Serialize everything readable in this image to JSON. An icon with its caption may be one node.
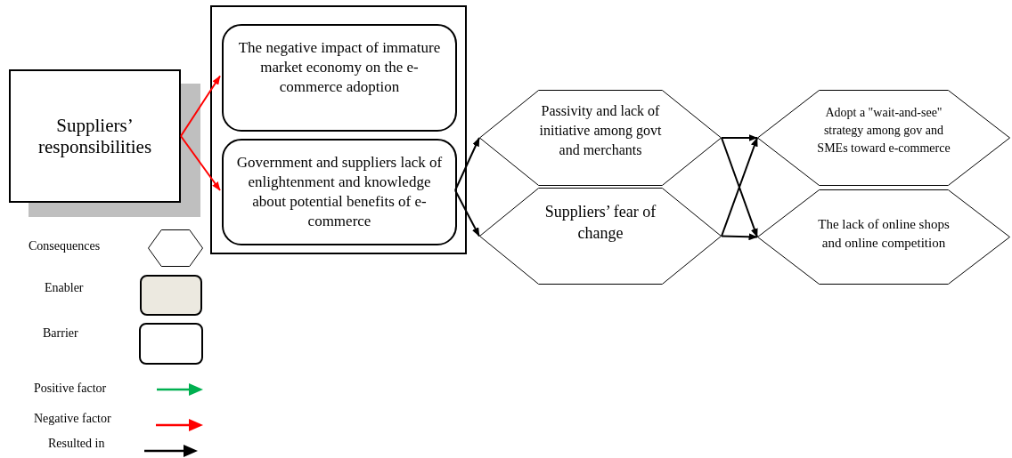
{
  "diagram": {
    "nodes": [
      {
        "text": [
          "Suppliers’ responsibilities"
        ]
      },
      {
        "text": [],
        "shape": "box"
      },
      {
        "text": [
          "The negative impact of immature market economy on the e-commerce adoption"
        ],
        "in": 1
      },
      {
        "text": [
          "Government and suppliers lack of enlightenment and knowledge about potential benefits of e-commerce"
        ],
        "in": 1
      },
      {
        "text": [
          "Passivity and lack of initiative among govt and merchants"
        ]
      },
      {
        "text": [
          "Suppliers’ fear of change"
        ]
      },
      {
        "text": [
          "Adopt a \"wait-and-see\" strategy among gov and SMEs toward e-commerce"
        ]
      },
      {
        "text": [
          "The lack of online shops and online competition"
        ]
      }
    ],
    "edges": [
      {
        "from": 0,
        "to": 2,
        "arrow": "to",
        "color": "#ff0000"
      },
      {
        "from": 0,
        "to": 3,
        "arrow": "to",
        "color": "#ff0000"
      },
      {
        "from": 3,
        "to": 4,
        "arrow": "to"
      },
      {
        "from": 3,
        "to": 5,
        "arrow": "to"
      },
      {
        "from": 4,
        "to": 6,
        "arrow": "to"
      },
      {
        "from": 4,
        "to": 7,
        "arrow": "to"
      },
      {
        "from": 5,
        "to": 6,
        "arrow": "to"
      },
      {
        "from": 5,
        "to": 7,
        "arrow": "to"
      }
    ],
    "legend": [
      {
        "text": "Consequences"
      },
      {
        "text": "Enabler",
        "color": "#ece9e0"
      },
      {
        "text": "Barrier",
        "color": "#ffffff"
      },
      {
        "text": "Positive factor"
      },
      {
        "text": "Negative factor"
      },
      {
        "text": "Resulted in"
      }
    ]
  }
}
